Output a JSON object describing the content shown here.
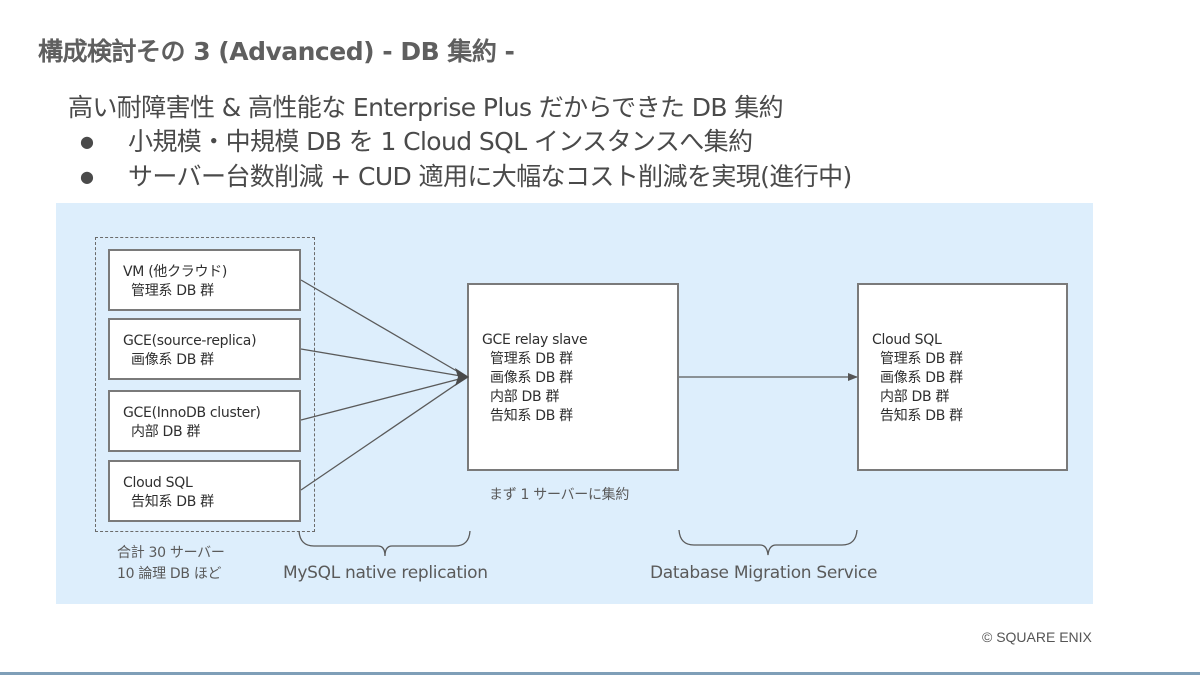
{
  "slide": {
    "title": "構成検討その 3 (Advanced)  - DB 集約 -",
    "lead": "高い耐障害性 & 高性能な Enterprise Plus だからできた DB 集約",
    "bullets": [
      "小規模・中規模 DB を 1 Cloud SQL インスタンスへ集約",
      "サーバー台数削減 + CUD 適用に大幅なコスト削減を実現(進行中)"
    ],
    "bullet_glyph": "●"
  },
  "diagram": {
    "background_color": "#ddeefc",
    "sources": [
      {
        "name": "VM (他クラウド)",
        "db": "管理系 DB 群"
      },
      {
        "name": "GCE(source-replica)",
        "db": "画像系 DB 群"
      },
      {
        "name": "GCE(InnoDB cluster)",
        "db": "内部 DB 群"
      },
      {
        "name": "Cloud SQL",
        "db": "告知系 DB 群"
      }
    ],
    "sources_caption": [
      "合計 30 サーバー",
      "10 論理 DB ほど"
    ],
    "relay": {
      "name": "GCE relay slave",
      "dbs": [
        "管理系 DB 群",
        "画像系 DB 群",
        "内部 DB 群",
        "告知系 DB 群"
      ],
      "caption": "まず 1 サーバーに集約"
    },
    "target": {
      "name": "Cloud SQL",
      "dbs": [
        "管理系 DB 群",
        "画像系 DB 群",
        "内部 DB 群",
        "告知系 DB 群"
      ]
    },
    "stage_labels": {
      "replication": "MySQL native replication",
      "migration": "Database Migration Service"
    }
  },
  "footer": {
    "copyright": "© SQUARE ENIX"
  }
}
